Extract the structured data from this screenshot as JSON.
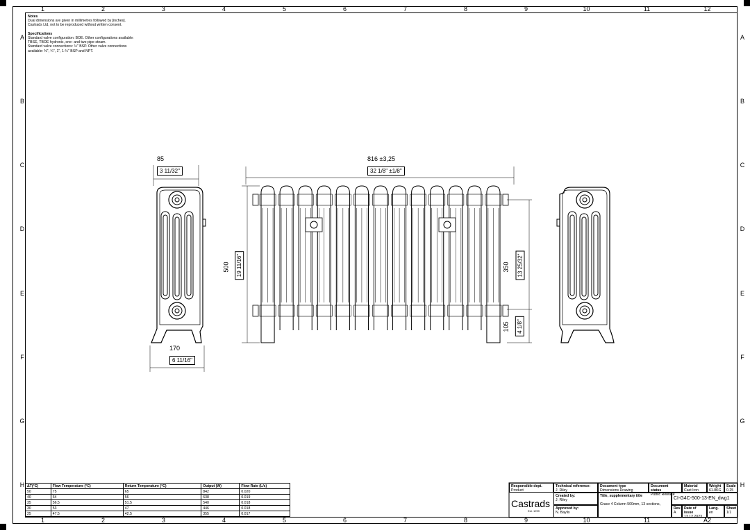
{
  "sheet": {
    "columns": [
      "1",
      "2",
      "3",
      "4",
      "5",
      "6",
      "7",
      "8",
      "9",
      "10",
      "11",
      "12"
    ],
    "rows": [
      "A",
      "B",
      "C",
      "D",
      "E",
      "F",
      "G",
      "H"
    ],
    "bottom_format": "A2"
  },
  "notes": {
    "notes_title": "Notes",
    "notes_line1": "Dual dimensions are given in millimetres followed by [inches].",
    "notes_line2": "Castrads Ltd, not to be reproduced without written consent.",
    "spec_title": "Specifications",
    "spec_line1": "Standard valve configuration: BOE. Other configurations available:",
    "spec_line2": "TBSE, TBOE hydronic, one- and two-pipe steam.",
    "spec_line3": "Standard valve connections: ½\" BSP. Other valve connections",
    "spec_line4": "available: ⅜\", ¾\", 1\", 1-¼\" BSP and NPT."
  },
  "dimensions": {
    "depth_mm": "85",
    "depth_in": "3 11/32\"",
    "width_mm": "816 ±3,25",
    "width_in": "32 1/8\" ±1/8\"",
    "height_mm": "500",
    "height_in": "19 11/16\"",
    "centres_mm": "350",
    "centres_in": "13 25/32\"",
    "floor_mm": "105",
    "floor_in": "4 1/8\"",
    "foot_mm": "170",
    "foot_in": "6 11/16\""
  },
  "performance": {
    "headers": [
      "ΔT(°C)",
      "Flow Temperature (°C)",
      "Return Temperature (°C)",
      "Output (W)",
      "Flow Rate (L/s)"
    ],
    "rows": [
      [
        "50",
        "75",
        "65",
        "842",
        "0.020"
      ],
      [
        "40",
        "64",
        "56",
        "638",
        "0.019"
      ],
      [
        "35",
        "56.5",
        "51.5",
        "540",
        "0.018"
      ],
      [
        "30",
        "53",
        "47",
        "446",
        "0.018"
      ],
      [
        "25",
        "47.5",
        "42.5",
        "355",
        "0.017"
      ]
    ]
  },
  "title_block": {
    "responsible_label": "Responsible dept.",
    "responsible_value": "Product",
    "tech_ref_label": "Technical reference:",
    "tech_ref_value": "J. Riley",
    "created_label": "Created by:",
    "created_value": "J. Riley",
    "approved_label": "Approved by:",
    "approved_value": "N. Baylis",
    "doc_type_label": "Document type",
    "doc_type_value": "Dimensions Drawing",
    "doc_status_label": "Document status",
    "doc_status_value": "Public Release",
    "material_label": "Material",
    "material_value": "Cast Iron",
    "weight_label": "Weight",
    "weight_value": "61.8KG",
    "scale_label": "Scale",
    "scale_value": "0.25",
    "title_label": "Title, supplementary title",
    "title_value": "Grace 4 Column 500mm, 13 sections,",
    "doc_number": "CI-G4C-500-13-EN_dwg1",
    "rev_label": "Rev.",
    "rev_value": "A",
    "date_label": "Date of issue",
    "date_value": "13.12.2023",
    "lang_label": "Lang.",
    "lang_value": "en",
    "sheet_label": "Sheet",
    "sheet_value": "1/1",
    "logo": "Castrads",
    "logo_est": "Est. 1999"
  }
}
